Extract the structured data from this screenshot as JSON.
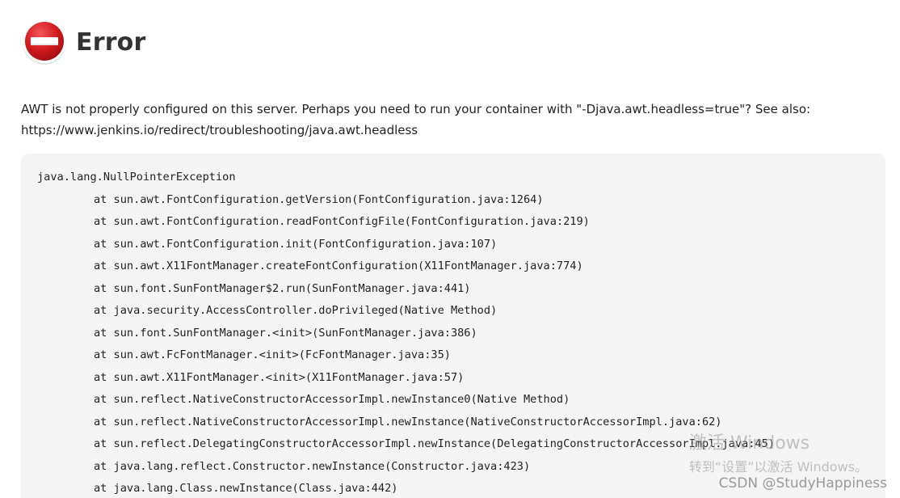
{
  "header": {
    "icon": "stop-icon",
    "title": "Error"
  },
  "message": {
    "line1": "AWT is not properly configured on this server. Perhaps you need to run your container with \"-Djava.awt.headless=true\"? See also:",
    "line2": "https://www.jenkins.io/redirect/troubleshooting/java.awt.headless"
  },
  "stacktrace": {
    "exception": "java.lang.NullPointerException",
    "frames": [
      "at sun.awt.FontConfiguration.getVersion(FontConfiguration.java:1264)",
      "at sun.awt.FontConfiguration.readFontConfigFile(FontConfiguration.java:219)",
      "at sun.awt.FontConfiguration.init(FontConfiguration.java:107)",
      "at sun.awt.X11FontManager.createFontConfiguration(X11FontManager.java:774)",
      "at sun.font.SunFontManager$2.run(SunFontManager.java:441)",
      "at java.security.AccessController.doPrivileged(Native Method)",
      "at sun.font.SunFontManager.<init>(SunFontManager.java:386)",
      "at sun.awt.FcFontManager.<init>(FcFontManager.java:35)",
      "at sun.awt.X11FontManager.<init>(X11FontManager.java:57)",
      "at sun.reflect.NativeConstructorAccessorImpl.newInstance0(Native Method)",
      "at sun.reflect.NativeConstructorAccessorImpl.newInstance(NativeConstructorAccessorImpl.java:62)",
      "at sun.reflect.DelegatingConstructorAccessorImpl.newInstance(DelegatingConstructorAccessorImpl.java:45)",
      "at java.lang.reflect.Constructor.newInstance(Constructor.java:423)",
      "at java.lang.Class.newInstance(Class.java:442)"
    ]
  },
  "watermark": {
    "line1": "激活 Windows",
    "line2": "转到“设置”以激活 Windows。"
  },
  "credit": "CSDN @StudyHappiness",
  "colors": {
    "icon_red": "#d21a1f",
    "trace_background": "#f5f4f4",
    "text": "#333333"
  }
}
